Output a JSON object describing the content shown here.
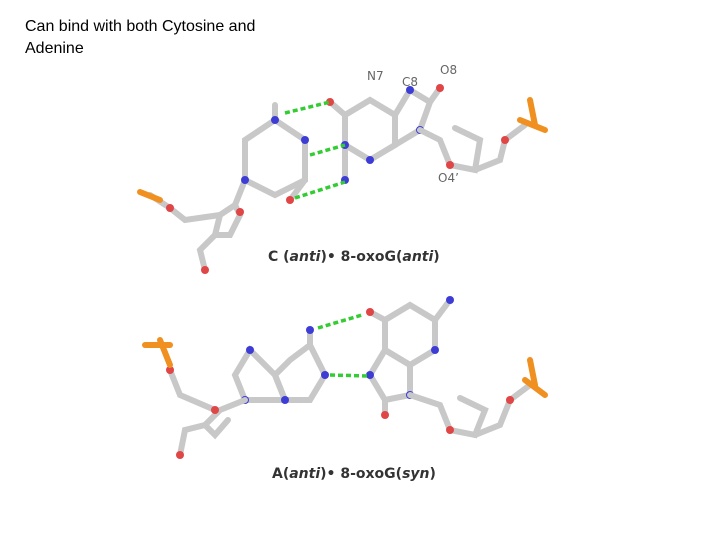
{
  "slide": {
    "title": "Can bind with both Cytosine and Adenine"
  },
  "figure": {
    "top_pair": {
      "caption_parts": [
        "C (",
        "anti",
        ")• 8-oxoG(",
        "anti",
        ")"
      ],
      "atom_labels": {
        "n7": "N7",
        "c8": "C8",
        "o8": "O8",
        "o4": "O4’"
      }
    },
    "bottom_pair": {
      "caption_parts": [
        "A(",
        "anti",
        ")• 8-oxoG(",
        "syn",
        ")"
      ]
    }
  },
  "colors": {
    "carbon": "#c8c8c8",
    "nitrogen": "#3d3dd6",
    "oxygen": "#e04646",
    "phosphorus": "#f09020",
    "hbond": "#33cc33"
  }
}
